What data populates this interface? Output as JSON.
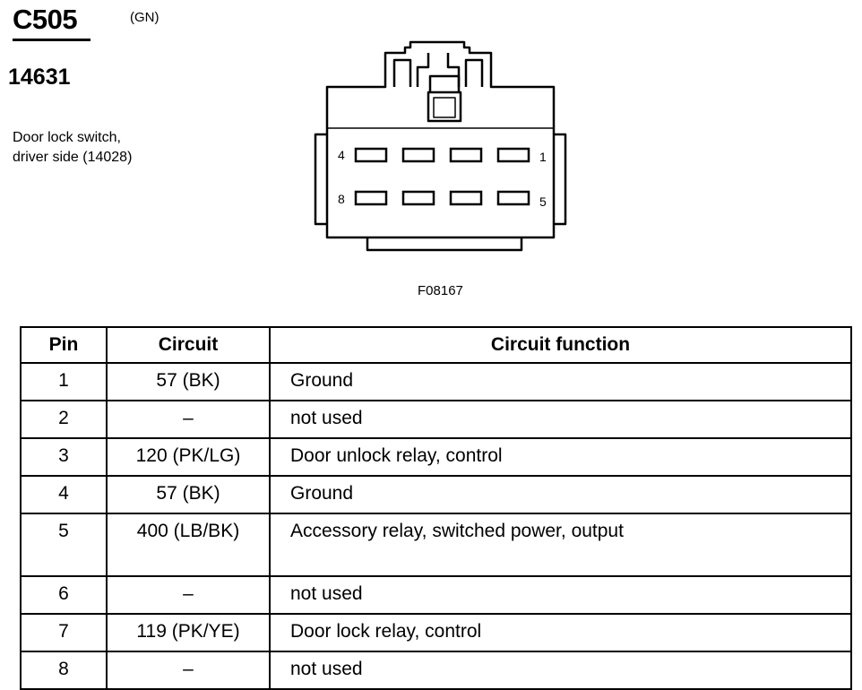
{
  "header": {
    "connector_id": "C505",
    "connector_color": "(GN)",
    "part_number": "14631",
    "description_line1": "Door lock switch,",
    "description_line2": "driver side (14028)"
  },
  "figure": {
    "figure_id": "F08167",
    "pin_labels": {
      "top_left": "4",
      "top_right": "1",
      "bottom_left": "8",
      "bottom_right": "5"
    }
  },
  "table": {
    "headers": {
      "pin": "Pin",
      "circuit": "Circuit",
      "function": "Circuit function"
    },
    "rows": [
      {
        "pin": "1",
        "circuit": "57 (BK)",
        "function": "Ground"
      },
      {
        "pin": "2",
        "circuit": "–",
        "function": "not used"
      },
      {
        "pin": "3",
        "circuit": "120 (PK/LG)",
        "function": "Door unlock relay, control"
      },
      {
        "pin": "4",
        "circuit": "57 (BK)",
        "function": "Ground"
      },
      {
        "pin": "5",
        "circuit": "400 (LB/BK)",
        "function": "Accessory relay, switched power, output"
      },
      {
        "pin": "6",
        "circuit": "–",
        "function": "not used"
      },
      {
        "pin": "7",
        "circuit": "119 (PK/YE)",
        "function": "Door lock relay, control"
      },
      {
        "pin": "8",
        "circuit": "–",
        "function": "not used"
      }
    ]
  }
}
